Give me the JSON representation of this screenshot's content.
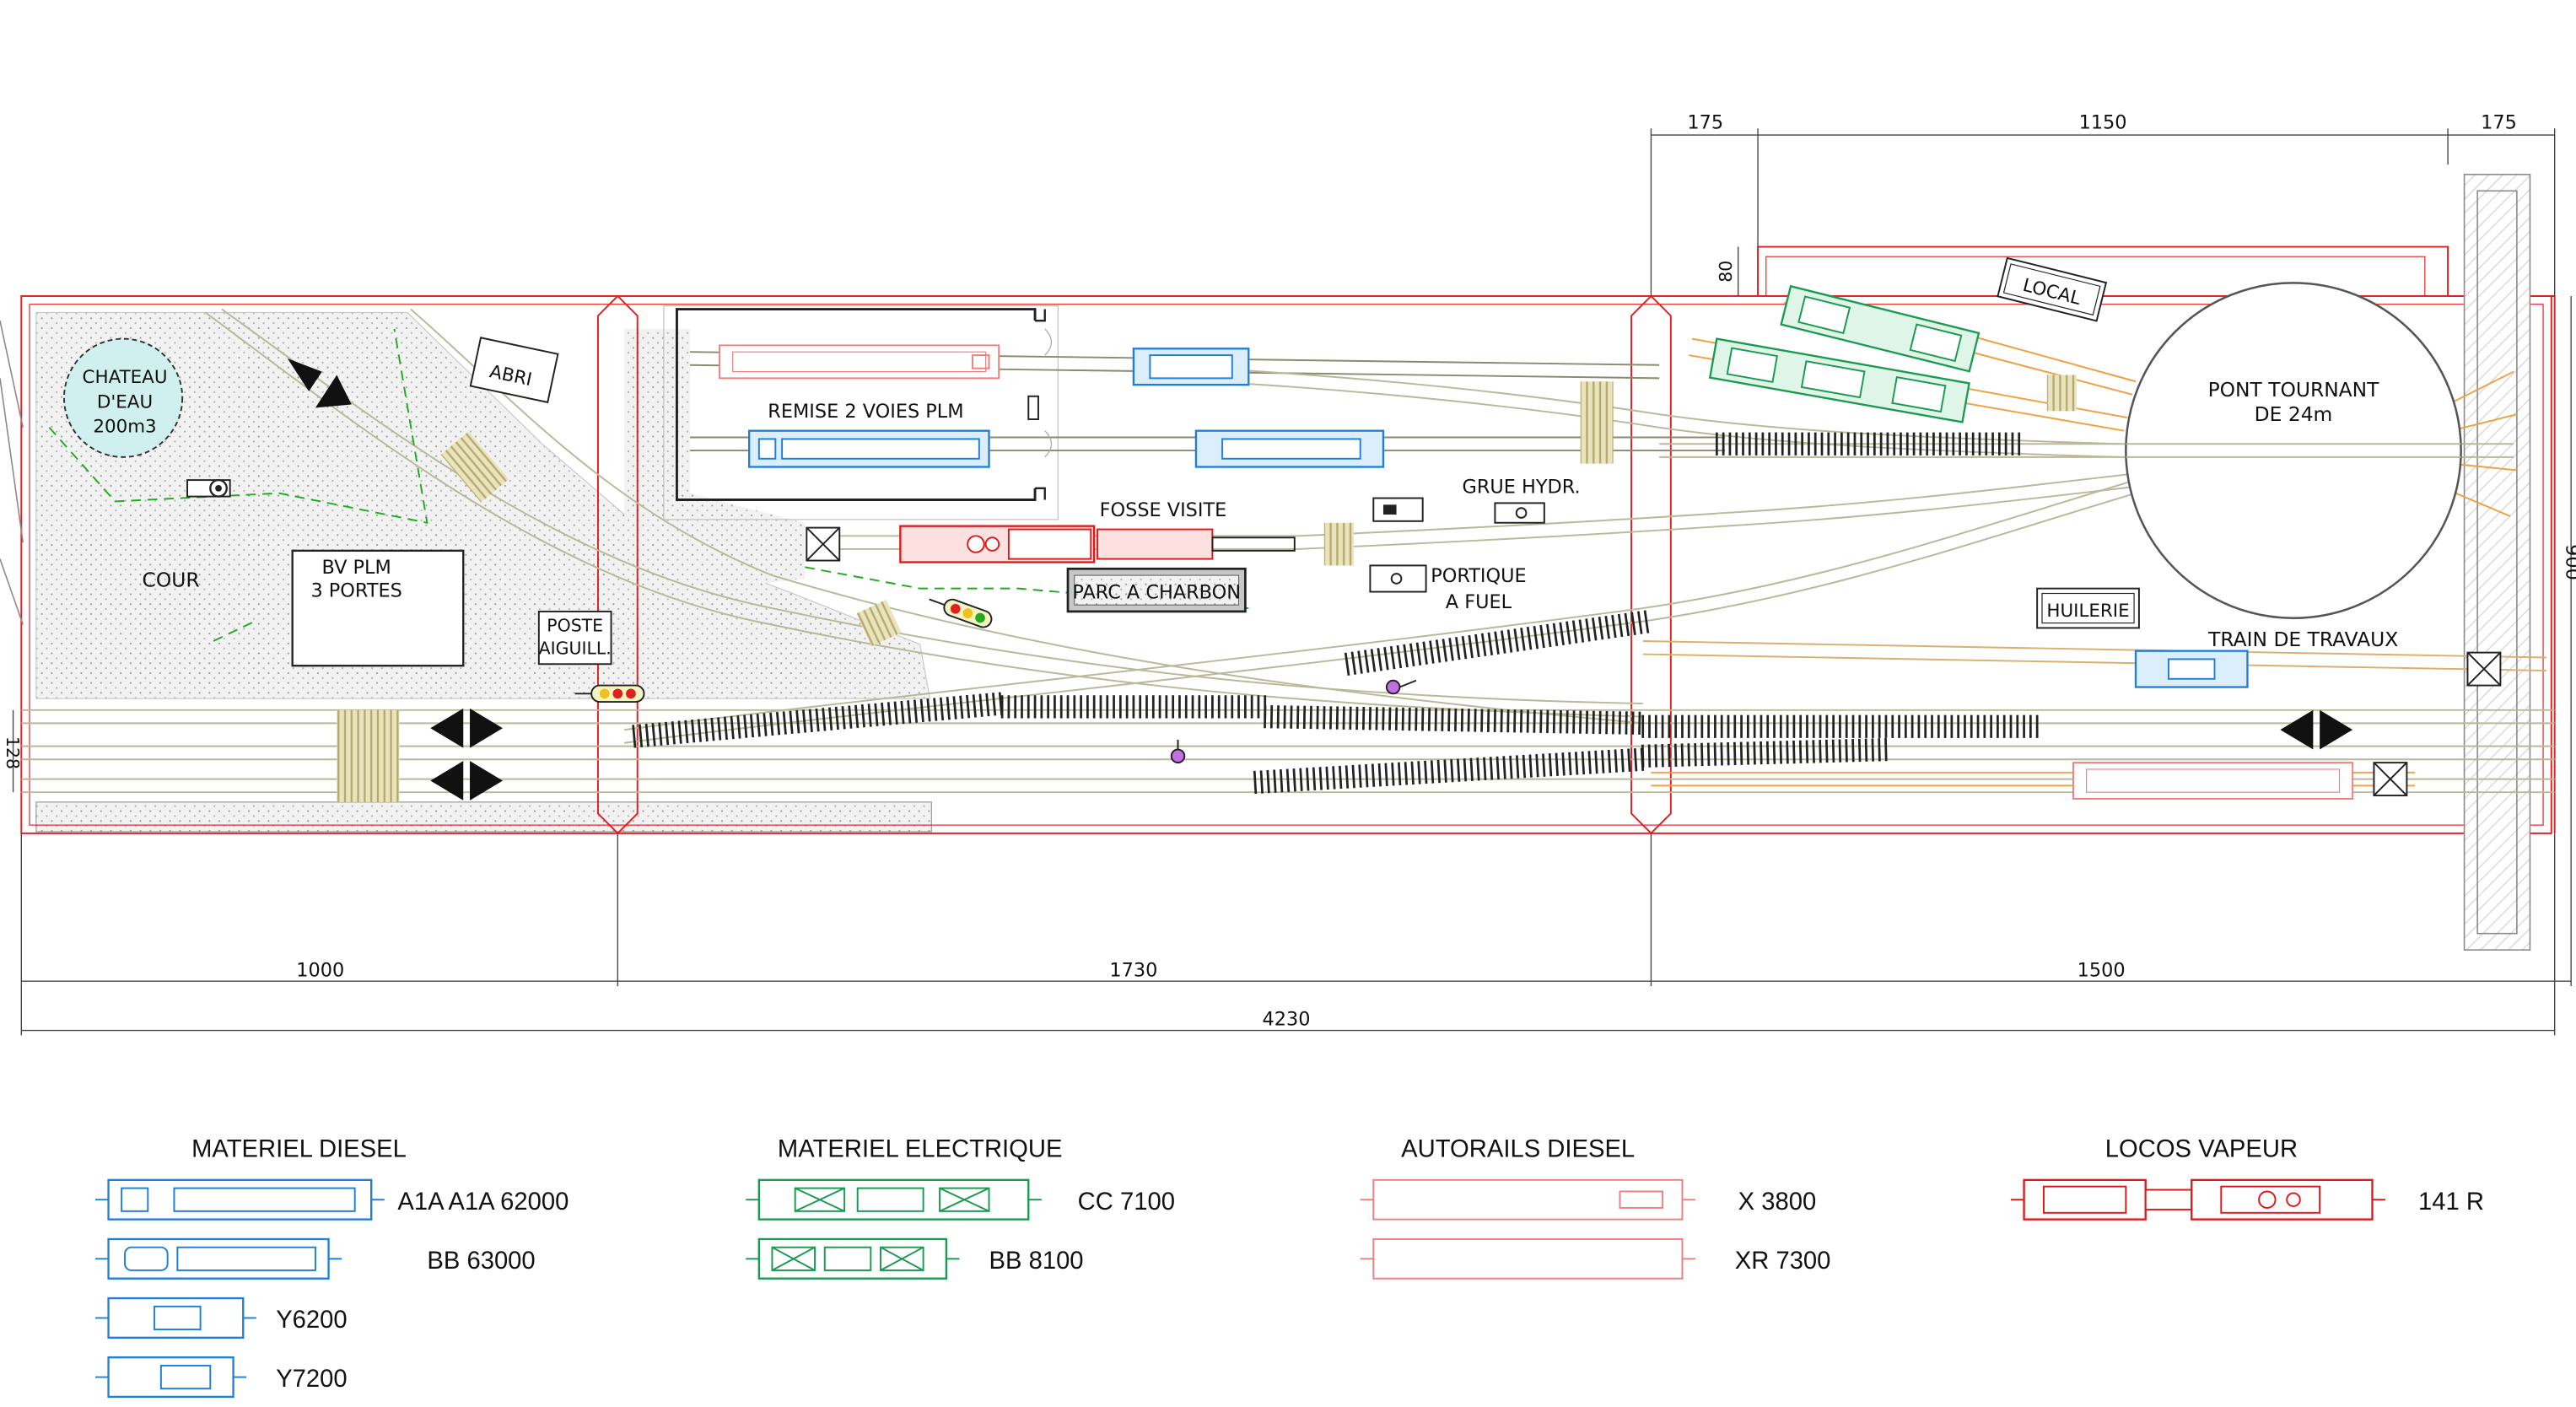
{
  "labels": {
    "chateau_line1": "CHATEAU",
    "chateau_line2": "D'EAU",
    "chateau_line3": "200m3",
    "abri": "ABRI",
    "cour": "COUR",
    "bv_line1": "BV PLM",
    "bv_line2": "3 PORTES",
    "poste_line1": "POSTE",
    "poste_line2": "AIGUILL.",
    "remise": "REMISE 2 VOIES PLM",
    "fosse": "FOSSE VISITE",
    "parc": "PARC A CHARBON",
    "grue": "GRUE HYDR.",
    "portique_line1": "PORTIQUE",
    "portique_line2": "A FUEL",
    "local": "LOCAL",
    "pont_line1": "PONT TOURNANT",
    "pont_line2": "DE 24m",
    "huilerie": "HUILERIE",
    "train_travaux": "TRAIN DE TRAVAUX"
  },
  "dimensions": {
    "top_left": "175",
    "top_mid": "1150",
    "top_right": "175",
    "small_v": "80",
    "side_right": "900",
    "side_left": "128",
    "seg1": "1000",
    "seg2": "1730",
    "seg3": "1500",
    "total": "4230"
  },
  "legend": {
    "diesel": {
      "title": "MATERIEL DIESEL",
      "items": [
        "A1A A1A 62000",
        "BB 63000",
        "Y6200",
        "Y7200"
      ]
    },
    "electric": {
      "title": "MATERIEL ELECTRIQUE",
      "items": [
        "CC 7100",
        "BB 8100"
      ]
    },
    "autorails": {
      "title": "AUTORAILS DIESEL",
      "items": [
        "X 3800",
        "XR 7300"
      ]
    },
    "steam": {
      "title": "LOCOS VAPEUR",
      "items": [
        "141 R"
      ]
    }
  },
  "colors": {
    "outline": "#e02020",
    "diesel": "#1e7fd8",
    "electric": "#1a9a50",
    "autorail": "#f08080",
    "steam": "#e01818",
    "track": "#b8b89a",
    "orange_track": "#f0a040",
    "turnout": "#222222",
    "green_dash": "#22aa22"
  }
}
